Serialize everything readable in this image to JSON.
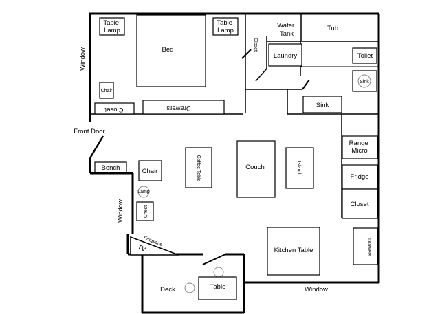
{
  "labels": {
    "table_lamp": "Table\nLamp",
    "bed": "Bed",
    "closet": "Closet",
    "water_tank": "Water\nTank",
    "tub": "Tub",
    "laundry": "Laundry",
    "toilet": "Toilet",
    "sink": "Sink",
    "window": "Window",
    "chair": "Chair",
    "drawers": "Drawers",
    "front_door": "Front Door",
    "bench": "Bench",
    "lamp": "Lamp",
    "chest": "Chest",
    "coffee_table": "Coffee Table",
    "couch": "Couch",
    "island": "Island",
    "range_micro": "Range\nMicro",
    "fridge": "Fridge",
    "kitchen_table": "Kitchen Table",
    "tv": "TV",
    "fireplace": "Fireplace",
    "deck": "Deck",
    "table": "Table"
  }
}
